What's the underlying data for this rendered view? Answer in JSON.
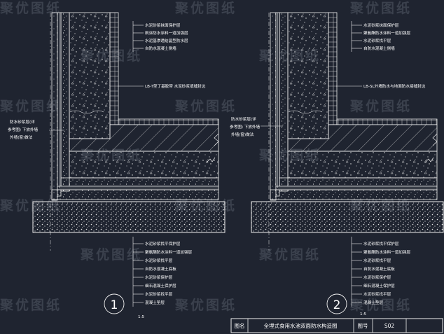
{
  "watermark": "聚优图纸",
  "detail1": {
    "number": "1",
    "scale_note": "1:5",
    "upper_labels": [
      "水泥砂浆抹面保护层",
      "刷涂防水涂料一道加强层",
      "水泥基渗透结晶型防水层",
      "自防水混凝土侧墙"
    ],
    "anchor_label": "LB-T型丁基胶带 水泥砂浆填缝封边",
    "side_labels": [
      "防水砂浆层(详",
      "参考图) 下放外墙",
      "外墙(窗)做法"
    ],
    "lower_labels": [
      "水泥砂浆找平保护层",
      "聚氨酯防水涂料一道加强层",
      "水泥砂浆找平层",
      "自防水混凝土底板",
      "水泥砂浆保护层",
      "细石混凝土保护层",
      "水泥砂浆找平层",
      "混凝土垫层"
    ]
  },
  "detail2": {
    "number": "2",
    "scale_note": "1:5",
    "upper_labels": [
      "水泥砂浆抹面保护层",
      "聚氨酯防水涂料一道加强层",
      "水泥砂浆找平层",
      "自防水混凝土侧墙"
    ],
    "anchor_label": "LB-SL外墙防水与地面防水接缝封边",
    "side_labels": [
      "防水砂浆层(详",
      "参考图) 下放外墙",
      "外墙(窗)做法"
    ],
    "lower_labels": [
      "水泥砂浆找平保护层",
      "聚氨酯防水涂料一道加强层",
      "水泥砂浆找平层",
      "自防水混凝土底板",
      "水泥砂浆保护层",
      "细石混凝土保护层",
      "水泥砂浆找平层",
      "混凝土垫层"
    ]
  },
  "title_block": {
    "name_label": "图名",
    "title": "全埋式食用水池双面防水构造图",
    "number_label": "图号",
    "number": "S02"
  }
}
